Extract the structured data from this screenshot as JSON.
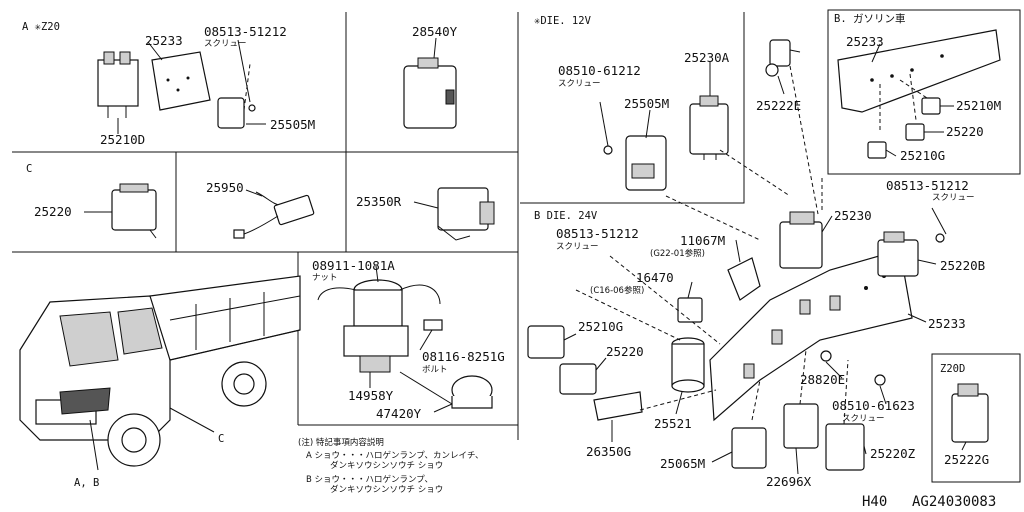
{
  "sections": {
    "a_z20": "A ✳Z20",
    "c": "C",
    "die12": "✳DIE. 12V",
    "b_gas": "B. ガソリン車",
    "b_die24": "B DIE. 24V",
    "z20d": "Z20D"
  },
  "parts": {
    "p25233_a": "25233",
    "p08513_a": "08513-51212",
    "screw_a": "スクリュー",
    "p25210D": "25210D",
    "p25505M_a": "25505M",
    "p28540Y": "28540Y",
    "p25220_c": "25220",
    "p25950": "25950",
    "p25350R": "25350R",
    "p08510_die": "08510-61212",
    "screw_die": "スクリュー",
    "p25230A": "25230A",
    "p25505M_die": "25505M",
    "p25222E": "25222E",
    "p25233_b": "25233",
    "p25210M": "25210M",
    "p25220_b": "25220",
    "p25210G_b": "25210G",
    "p08513_r": "08513-51212",
    "screw_r": "スクリュー",
    "p25230": "25230",
    "p08513_b24": "08513-51212",
    "screw_b24": "スクリュー",
    "p11067M": "11067M",
    "g22": "(G22-01参照)",
    "p16470": "16470",
    "c16": "(C16-06参照)",
    "p25220B": "25220B",
    "p25233_main": "25233",
    "p08911": "08911-1081A",
    "nut": "ナット",
    "p08116": "08116-8251G",
    "bolt": "ボルト",
    "p14958Y": "14958Y",
    "p47420Y": "47420Y",
    "p25210G_m": "25210G",
    "p25220_m": "25220",
    "p28820E": "28820E",
    "p08510_r": "08510-61623",
    "screw_r2": "スクリュー",
    "p25521": "25521",
    "p26350G": "26350G",
    "p25065M": "25065M",
    "p22696X": "22696X",
    "p25220Z": "25220Z",
    "p25222G": "25222G",
    "callout_c": "C",
    "callout_ab": "A, B"
  },
  "notes": {
    "title": "(注) 特記事項内容説明",
    "a_line1": "A ショウ・・・ハロゲンランプ、カンレイチ、",
    "a_line2": "ダンキソウシンソウチ ショウ",
    "b_line1": "B ショウ・・・ハロゲンランプ、",
    "b_line2": "ダンキソウシンソウチ ショウ"
  },
  "footer": {
    "page": "H40",
    "code": "AG24030083"
  }
}
